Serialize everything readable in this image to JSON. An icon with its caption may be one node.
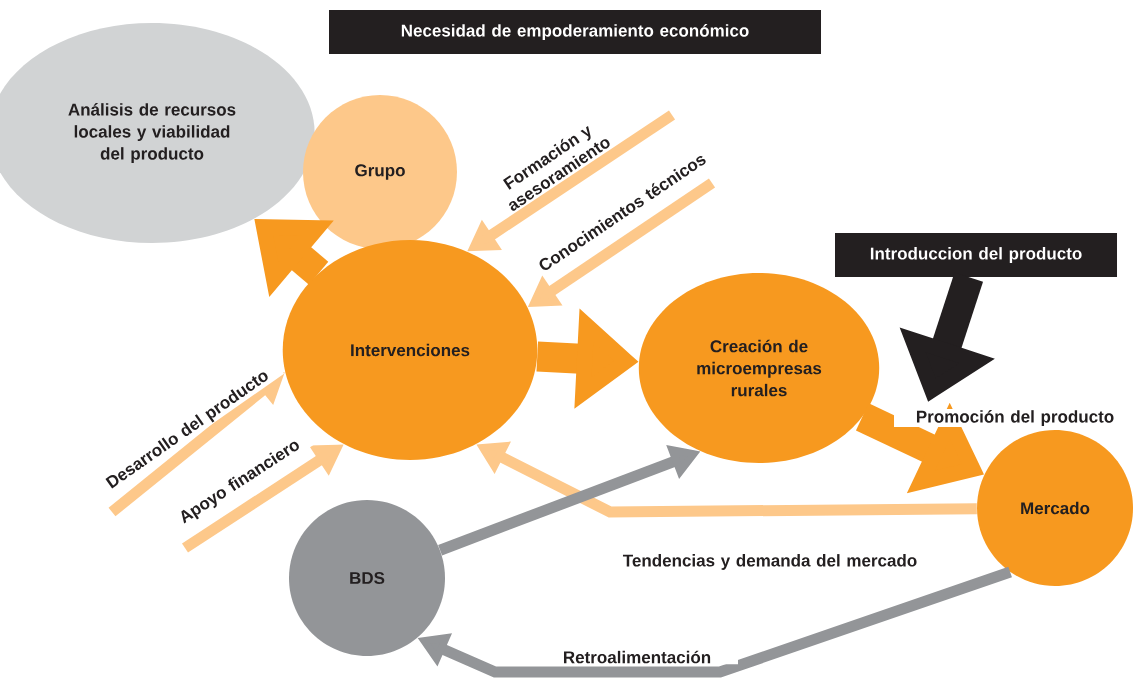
{
  "diagram": {
    "nodes": [
      {
        "text": [
          "Necesidad de empoderamiento económico"
        ]
      },
      {
        "text": [
          "Análisis de recursos locales y viabilidad del producto"
        ]
      },
      {
        "text": [
          "Grupo"
        ]
      },
      {
        "text": [
          "Intervenciones"
        ]
      },
      {
        "text": [
          "Creación de microempresas rurales"
        ]
      },
      {
        "text": [
          "Introduccion del producto"
        ]
      },
      {
        "text": [
          "Mercado"
        ]
      },
      {
        "text": [
          "BDS"
        ]
      }
    ],
    "edges": [
      {
        "from": 3,
        "to": 1,
        "arrow": "to",
        "style": "thick",
        "color": "#f7991f"
      },
      {
        "from": 3,
        "to": 4,
        "arrow": "to",
        "style": "thick",
        "color": "#f7991f"
      },
      {
        "from": 4,
        "to": 6,
        "arrow": "to",
        "style": "thick",
        "color": "#f7991f",
        "label": "Promoción del producto"
      },
      {
        "from": 5,
        "to": null,
        "arrow": "to",
        "style": "thick",
        "color": "#231f20"
      },
      {
        "from": null,
        "to": 3,
        "arrow": "to",
        "label": "Formación y asesoramiento"
      },
      {
        "from": null,
        "to": 3,
        "arrow": "to",
        "label": "Conocimientos técnicos"
      },
      {
        "from": null,
        "to": 3,
        "arrow": "to",
        "label": "Desarrollo del producto"
      },
      {
        "from": null,
        "to": 3,
        "arrow": "to",
        "label": "Apoyo financiero"
      },
      {
        "from": 6,
        "to": 3,
        "arrow": "to",
        "label": "Tendencias y demanda del mercado"
      },
      {
        "from": 7,
        "to": 4,
        "arrow": "to",
        "color": "#939598"
      },
      {
        "from": 6,
        "to": 7,
        "arrow": "to",
        "color": "#939598",
        "label": "Retroalimentación"
      }
    ]
  }
}
